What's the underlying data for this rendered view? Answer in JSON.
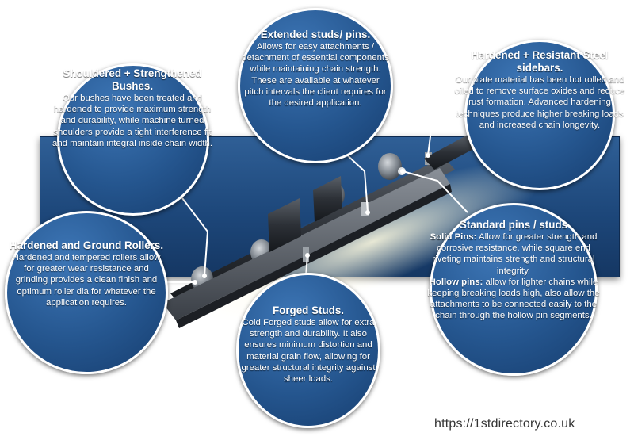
{
  "callouts": {
    "shouldered": {
      "title": "Shouldered + Strengthened Bushes.",
      "body": "Our bushes have been treated and hardened to provide maximum strength and durability, while machine turned shoulders provide a tight interference fit and maintain integral inside chain width."
    },
    "extended": {
      "title": "Extended studs/ pins.",
      "body": "Allows for easy attachments / detachment of essential components while maintaining chain strength. These are available at whatever pitch intervals the client requires for the desired application."
    },
    "sidebars": {
      "title": "Hardened + Resistant Steel sidebars.",
      "body": "Our plate material has been hot rolled and oiled to remove surface oxides and reduce rust formation. Advanced hardening techniques produce higher breaking loads and increased chain longevity."
    },
    "rollers": {
      "title": "Hardened and Ground Rollers.",
      "body": "Hardened and tempered rollers allow for greater wear resistance and grinding provides a clean finish and optimum roller dia for whatever the application requires."
    },
    "forged": {
      "title": "Forged Studs.",
      "body": "Cold Forged studs allow for extra strength and durability. It also ensures minimum distortion and material grain flow, allowing for greater structural integrity against sheer loads."
    },
    "pins": {
      "title": "Standard pins / studs",
      "solid_label": "Solid Pins:",
      "solid_body": "Allow for greater strength and corrosive resistance, while square end riveting maintains strength and structural integrity.",
      "hollow_label": "Hollow pins:",
      "hollow_body": "allow for lighter chains while keeping breaking loads high, also allow the attachments to be connected easily to the chain through the hollow pin segments."
    }
  },
  "website": "https://1stdirectory.co.uk",
  "colors": {
    "panel": "#1d477a",
    "bubble": "#25568f",
    "leader": "#ffffff",
    "text": "#ffffff"
  }
}
